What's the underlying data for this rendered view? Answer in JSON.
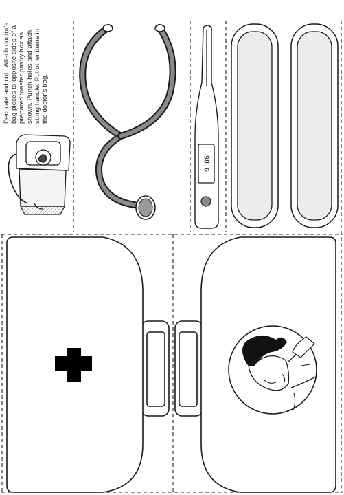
{
  "worksheet": {
    "instructions": "Decorate and cut . Attach doctor's bag pieces to opposite sides of a prepared toaster pastry box as shown. Punch holes and attach string handle. Put other items in the doctor's bag.",
    "thermometer_reading": "98.6",
    "items": [
      "bag-assembly-illustration",
      "stethoscope",
      "thermometer",
      "bandage",
      "bandage",
      "bag-front-with-cross",
      "bag-back-with-doctor-portrait"
    ],
    "colors": {
      "line": "#1a1a1a",
      "stethoscope_tube": "#8a8a8a",
      "bandage_pad": "#ececec",
      "paper": "#ffffff"
    }
  }
}
